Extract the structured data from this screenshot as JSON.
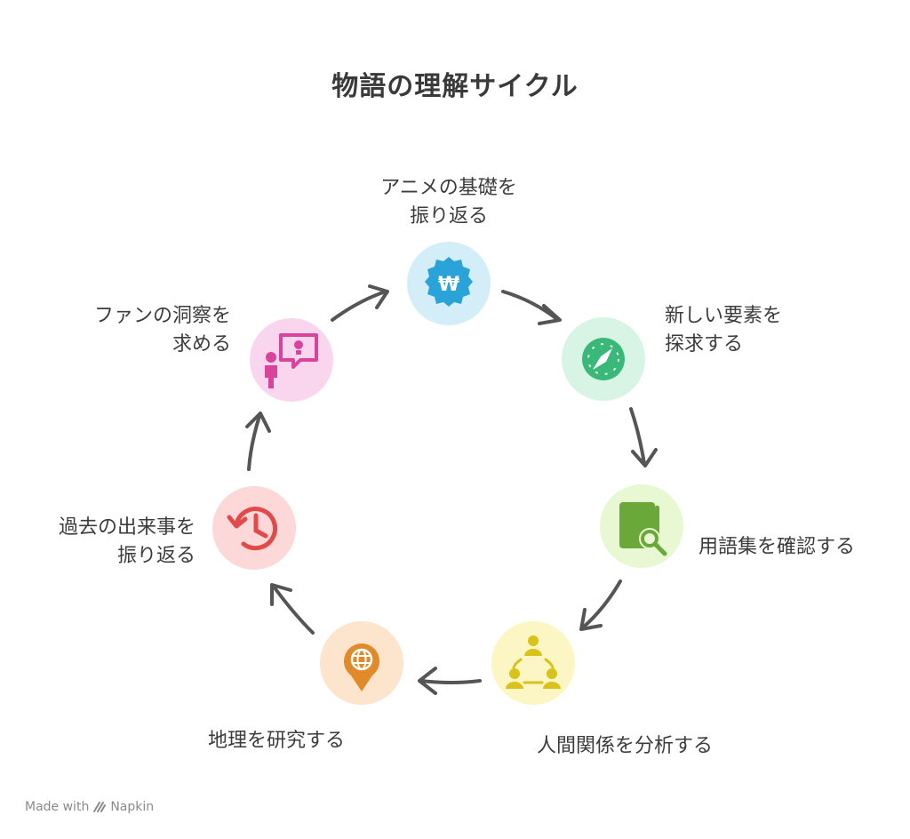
{
  "title": "物語の理解サイクル",
  "steps": [
    {
      "lines": [
        "アニメの基礎を",
        "振り返る"
      ],
      "icon": "won-badge-icon",
      "color": "#29a3d8",
      "bg": "#d4eef9"
    },
    {
      "lines": [
        "新しい要素を",
        "探求する"
      ],
      "icon": "compass-icon",
      "color": "#3ab87a",
      "bg": "#d8f4e4"
    },
    {
      "lines": [
        "用語集を確認する"
      ],
      "icon": "book-search-icon",
      "color": "#6aa83a",
      "bg": "#e8f8d2"
    },
    {
      "lines": [
        "人間関係を分析する"
      ],
      "icon": "people-network-icon",
      "color": "#d9c21a",
      "bg": "#fbf6c4"
    },
    {
      "lines": [
        "地理を研究する"
      ],
      "icon": "globe-pin-icon",
      "color": "#e08a2a",
      "bg": "#fce5cc"
    },
    {
      "lines": [
        "過去の出来事を",
        "振り返る"
      ],
      "icon": "history-icon",
      "color": "#e04a4a",
      "bg": "#fcd8d8"
    },
    {
      "lines": [
        "ファンの洞察を",
        "求める"
      ],
      "icon": "person-idea-icon",
      "color": "#d9449a",
      "bg": "#fad6ee"
    }
  ],
  "footer": {
    "made_with": "Made with",
    "brand": "Napkin"
  },
  "colors": {
    "arrow": "#555555"
  }
}
